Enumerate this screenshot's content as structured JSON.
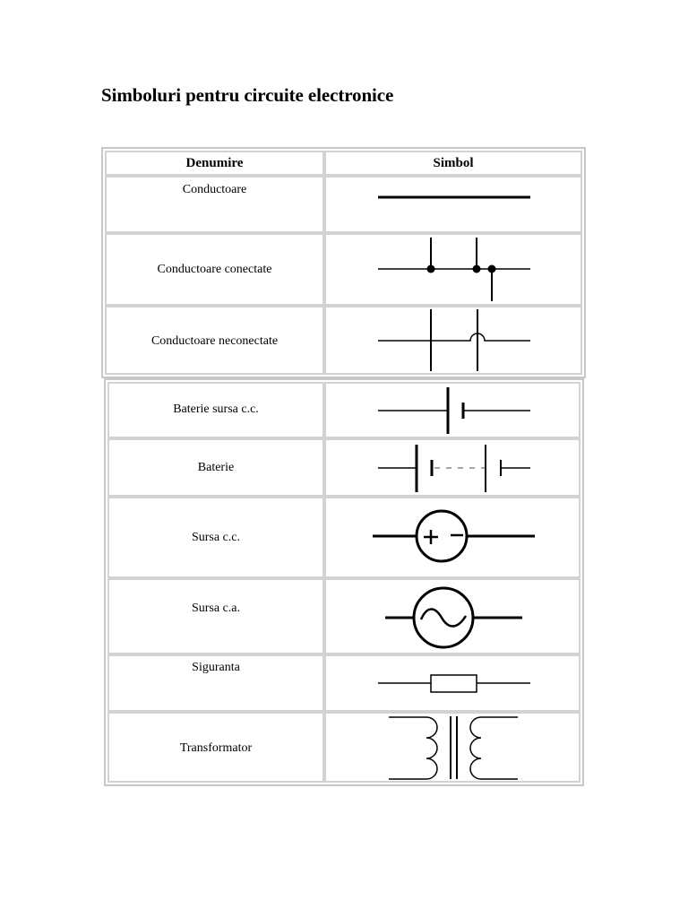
{
  "page": {
    "title": "Simboluri pentru circuite electronice"
  },
  "table": {
    "header": {
      "name": "Denumire",
      "symbol": "Simbol"
    },
    "rows": [
      {
        "name": "Conductoare",
        "symbol_icon": "wire-icon"
      },
      {
        "name": "Conductoare conectate",
        "symbol_icon": "connected-wires-icon"
      },
      {
        "name": "Conductoare neconectate",
        "symbol_icon": "unconnected-wires-icon"
      },
      {
        "name": "Baterie sursa c.c.",
        "symbol_icon": "dc-cell-icon"
      },
      {
        "name": "Baterie",
        "symbol_icon": "battery-icon"
      },
      {
        "name": "Sursa c.c.",
        "symbol_icon": "dc-source-icon"
      },
      {
        "name": "Sursa c.a.",
        "symbol_icon": "ac-source-icon"
      },
      {
        "name": "Siguranta",
        "symbol_icon": "fuse-icon"
      },
      {
        "name": "Transformator",
        "symbol_icon": "transformer-icon"
      }
    ]
  }
}
